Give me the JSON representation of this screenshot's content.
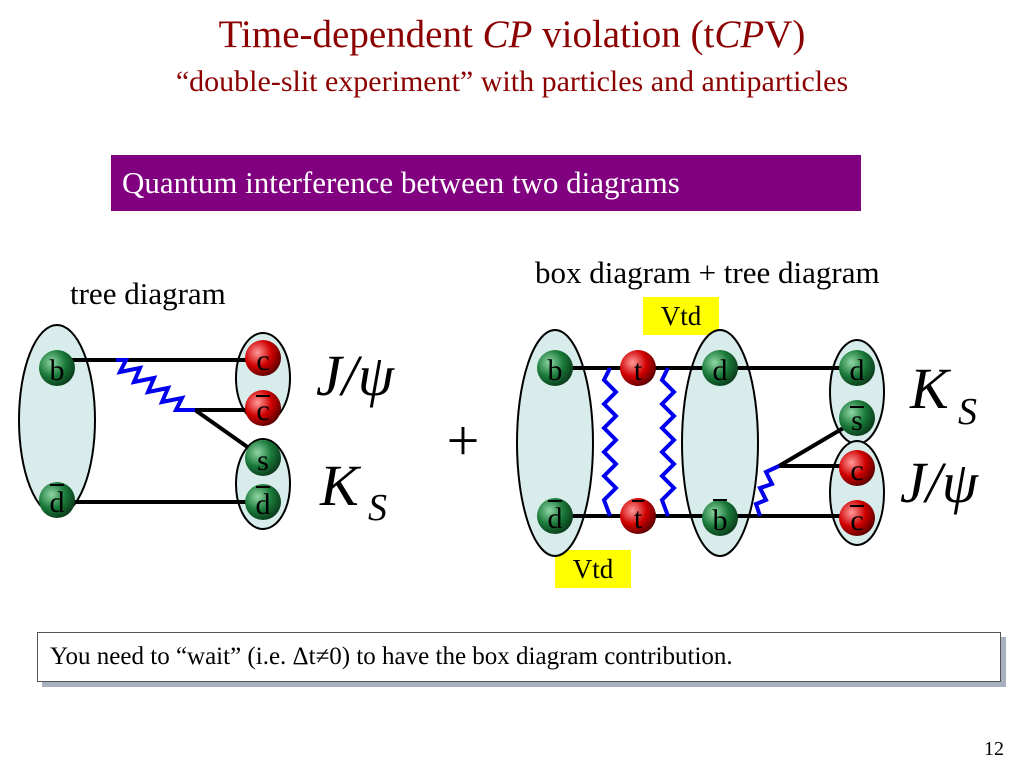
{
  "title": {
    "line1_a": "Time-dependent ",
    "line1_b": "CP",
    "line1_c": " violation (t",
    "line1_d": "CP",
    "line1_e": "V)",
    "line2": "“double-slit experiment” with particles and antiparticles"
  },
  "banner": "Quantum interference between two diagrams",
  "left": {
    "heading": "tree diagram",
    "in_top": "b",
    "in_bottom": "d",
    "out": [
      "c",
      "c",
      "s",
      "d"
    ],
    "meson_top": "J/ψ",
    "meson_bottom_K": "K",
    "meson_bottom_sub": "S"
  },
  "plus": "+",
  "right": {
    "heading": "box diagram + tree diagram",
    "vtd_top": "Vtd",
    "vtd_bottom": "Vtd",
    "in_top": "b",
    "in_bottom": "d",
    "top_quark": "t",
    "bottom_quark": "t",
    "mid_top": "d",
    "mid_bottom": "b",
    "out": [
      "d",
      "s",
      "c",
      "c"
    ],
    "meson_top_K": "K",
    "meson_top_sub": "S",
    "meson_bottom": "J/ψ"
  },
  "note": "You need to “wait” (i.e. Δt≠0) to have the box diagram contribution.",
  "page": "12",
  "colors": {
    "title": "#8b0000",
    "banner": "#800080",
    "green_quark": "#1a7a3a",
    "red_quark": "#d00000",
    "boson": "#0000ee",
    "blob": "#d8ecec",
    "vtd": "#ffff00"
  }
}
